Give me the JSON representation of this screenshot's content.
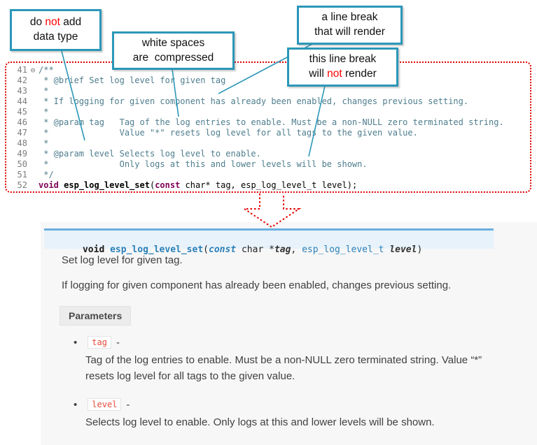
{
  "colors": {
    "callout_border": "#2b97b8",
    "highlight_red": "#ff0000",
    "dotted_border_red": "#e10000",
    "comment_teal": "#4e7d8d",
    "keyword_purple": "#7f0055",
    "doc_accent_blue": "#6ab0de",
    "doc_sig_bg": "#e7f2fa",
    "param_literal_red": "#e74c3c"
  },
  "callouts": {
    "c1": {
      "l1a": "do ",
      "l1b": "not",
      "l1c": " add",
      "l2": "data type"
    },
    "c2": {
      "l1": "white spaces",
      "l2": "are  compressed"
    },
    "c3": {
      "l1": "a line break",
      "l2": "that will render"
    },
    "c4": {
      "l1": "this line break",
      "l2a": "will ",
      "l2b": "not",
      "l2c": " render"
    }
  },
  "editor": {
    "fold_icon": "⊖",
    "lines": [
      {
        "num": "41",
        "text": "/**"
      },
      {
        "num": "42",
        "text": " * @brief Set log level for given tag"
      },
      {
        "num": "43",
        "text": " *"
      },
      {
        "num": "44",
        "text": " * If logging for given component has already been enabled, changes previous setting."
      },
      {
        "num": "45",
        "text": " *"
      },
      {
        "num": "46",
        "text": " * @param tag   Tag of the log entries to enable. Must be a non-NULL zero terminated string."
      },
      {
        "num": "47",
        "text": " *              Value \"*\" resets log level for all tags to the given value."
      },
      {
        "num": "48",
        "text": " *"
      },
      {
        "num": "49",
        "text": " * @param level Selects log level to enable."
      },
      {
        "num": "50",
        "text": " *              Only logs at this and lower levels will be shown."
      },
      {
        "num": "51",
        "text": " */"
      }
    ],
    "line52": {
      "num": "52",
      "kw1": "void",
      "name": " esp_log_level_set",
      "p1": "(",
      "kw2": "const",
      "p2": " char* tag, esp_log_level_t level);"
    }
  },
  "doc": {
    "signature": {
      "kw_void": "void",
      "name": " esp_log_level_set",
      "open": "(",
      "kw_const": "const",
      "mid1": " char *",
      "arg1": "tag",
      "comma": ", ",
      "type2": "esp_log_level_t",
      "sp": " ",
      "arg2": "level",
      "close": ")"
    },
    "p1": "Set log level for given tag.",
    "p2": "If logging for given component has already been enabled, changes previous setting.",
    "params_label": "Parameters",
    "bullet": "•",
    "params": [
      {
        "name": "tag",
        "sep": "-",
        "desc": "Tag of the log entries to enable. Must be a non-NULL zero terminated string. Value “*” resets log level for all tags to the given value."
      },
      {
        "name": "level",
        "sep": "-",
        "desc": "Selects log level to enable. Only logs at this and lower levels will be shown."
      }
    ]
  }
}
